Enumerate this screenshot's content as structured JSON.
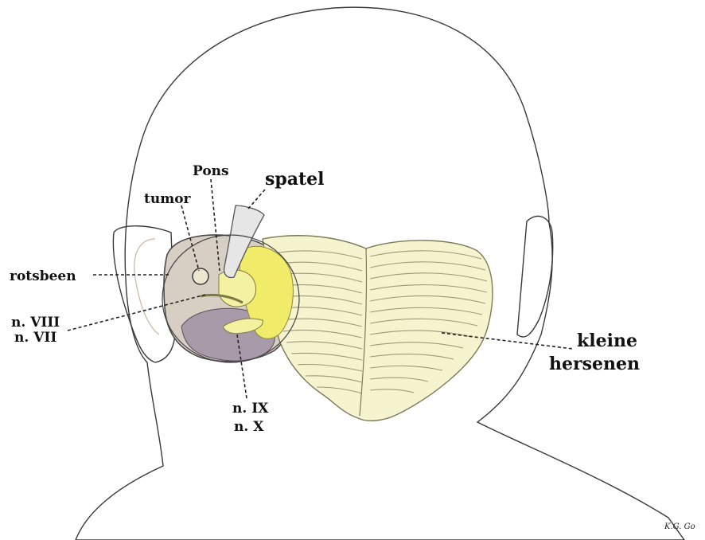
{
  "labels": {
    "pons": "Pons",
    "spatel": "spatel",
    "tumor": "tumor",
    "rotsbeen": "rotsbeen",
    "n_viii": "n. VIII",
    "n_vii": "n. VII",
    "n_ix": "n. IX",
    "n_x": "n. X",
    "kleine": "kleine",
    "hersenen": "hersenen"
  },
  "signature": "K.G. Go",
  "colors": {
    "skin": "#fbecec",
    "skin_outline": "#3a3a3a",
    "bone": "#d8cfc4",
    "cavity": "#a89aa8",
    "cerebellum": "#f6f3cf",
    "yellow": "#f0ec6a",
    "retractor": "#e6e6e6"
  }
}
